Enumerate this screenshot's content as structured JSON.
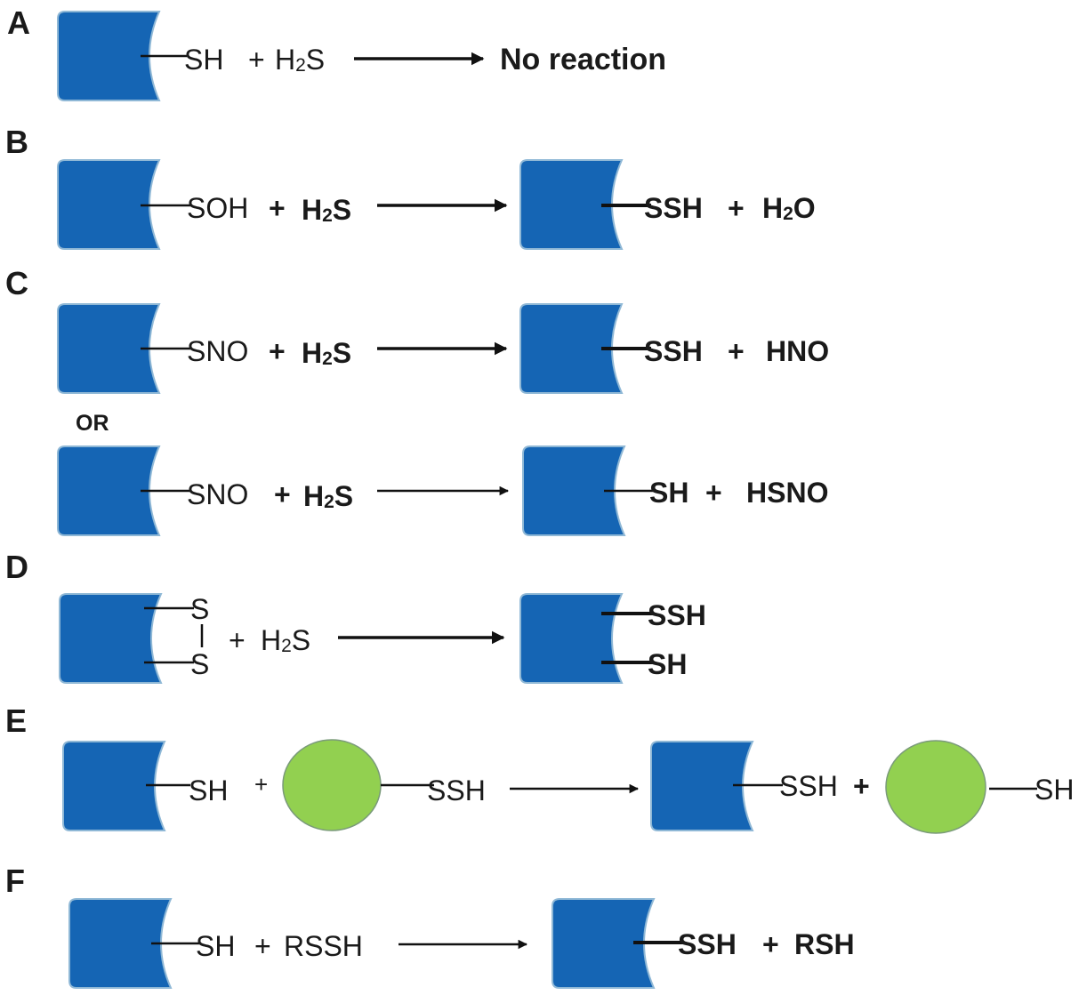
{
  "panels": [
    {
      "label": "A",
      "reactant": "SH",
      "plus": "+",
      "reagent_main": "H",
      "reagent_sub": "2",
      "reagent_tail": "S",
      "result": "No reaction"
    },
    {
      "label": "B",
      "reactant": "SOH",
      "plus": "+",
      "reagent_main": "H",
      "reagent_sub": "2",
      "reagent_tail": "S",
      "product": "SSH",
      "product_plus": "+",
      "byproduct_main": "H",
      "byproduct_sub": "2",
      "byproduct_tail": "O"
    },
    {
      "label": "C",
      "reactant": "SNO",
      "plus": "+",
      "reagent_main": "H",
      "reagent_sub": "2",
      "reagent_tail": "S",
      "product": "SSH",
      "product_plus": "+",
      "byproduct": "HNO",
      "alt_connector": "OR",
      "alt_reactant": "SNO",
      "alt_plus": "+",
      "alt_reagent_main": "H",
      "alt_reagent_sub": "2",
      "alt_reagent_tail": "S",
      "alt_product": "SH",
      "alt_product_plus": "+",
      "alt_byproduct": "HSNO"
    },
    {
      "label": "D",
      "disulfide_top": "S",
      "disulfide_bottom": "S",
      "plus": "+",
      "reagent_main": "H",
      "reagent_sub": "2",
      "reagent_tail": "S",
      "product_top": "SSH",
      "product_bottom": "SH"
    },
    {
      "label": "E",
      "reactant": "SH",
      "plus": "+",
      "partner_group": "SSH",
      "product": "SSH",
      "product_plus": "+",
      "partner_product_group": "SH"
    },
    {
      "label": "F",
      "reactant": "SH",
      "plus": "+",
      "reagent": "RSSH",
      "product": "SSH",
      "product_plus": "+",
      "byproduct": "RSH"
    }
  ],
  "colors": {
    "protein": "#1565b4",
    "partner": "#92d050"
  }
}
